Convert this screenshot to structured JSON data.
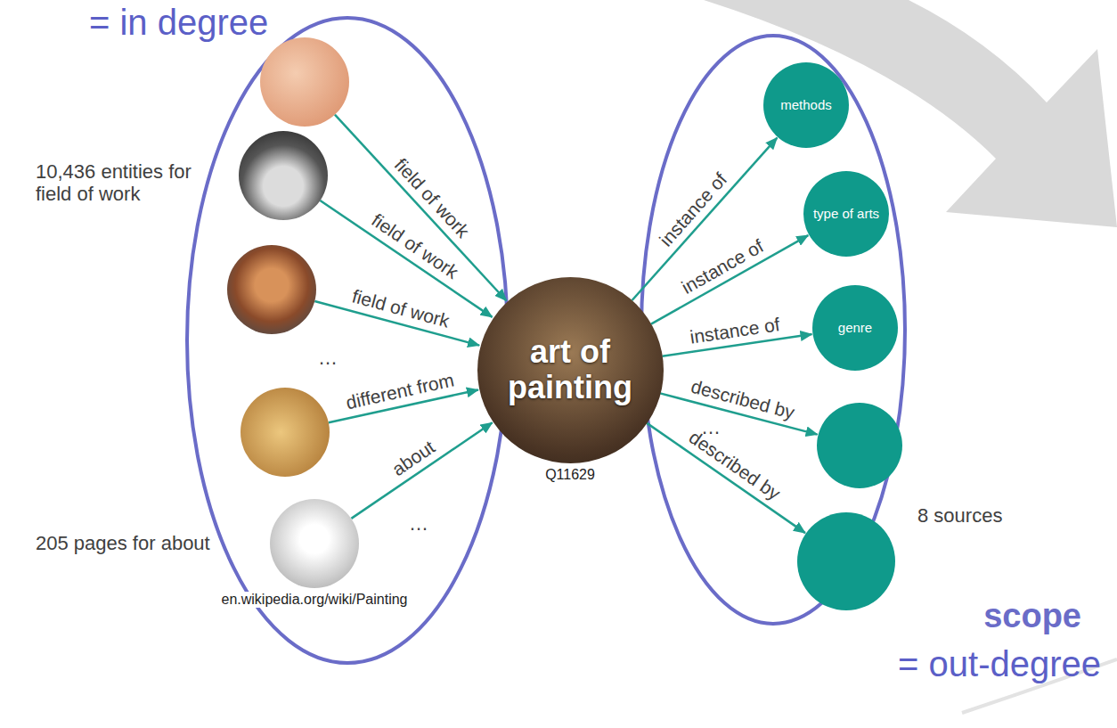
{
  "diagram": {
    "nodes": [
      {
        "text": []
      },
      {
        "text": []
      },
      {
        "text": []
      },
      {
        "text": []
      },
      {
        "text": [
          "en.wikipedia.org/wiki/Painting"
        ]
      },
      {
        "text": [
          "art of painting",
          "Q11629"
        ]
      },
      {
        "text": [
          "methods"
        ]
      },
      {
        "text": [
          "type of arts"
        ]
      },
      {
        "text": [
          "genre"
        ]
      },
      {
        "text": []
      },
      {
        "text": []
      }
    ],
    "edges": [
      {
        "from": 0,
        "to": 5,
        "label": "field of work",
        "arrow": "to"
      },
      {
        "from": 1,
        "to": 5,
        "label": "field of work",
        "arrow": "to"
      },
      {
        "from": 2,
        "to": 5,
        "label": "field of work",
        "arrow": "to"
      },
      {
        "from": 3,
        "to": 5,
        "label": "different from",
        "arrow": "to"
      },
      {
        "from": 4,
        "to": 5,
        "label": "about",
        "arrow": "to"
      },
      {
        "from": 5,
        "to": 6,
        "label": "instance of",
        "arrow": "to"
      },
      {
        "from": 5,
        "to": 7,
        "label": "instance of",
        "arrow": "to"
      },
      {
        "from": 5,
        "to": 8,
        "label": "instance of",
        "arrow": "to"
      },
      {
        "from": 5,
        "to": 9,
        "label": "described by",
        "arrow": "to"
      },
      {
        "from": 5,
        "to": 10,
        "label": "described by",
        "arrow": "to"
      }
    ],
    "labels": [
      "= in degree",
      "10,436 entities for field of work",
      "…",
      "…",
      "205 pages for about",
      "…",
      "8 sources",
      "scope",
      "= out-degree"
    ]
  }
}
